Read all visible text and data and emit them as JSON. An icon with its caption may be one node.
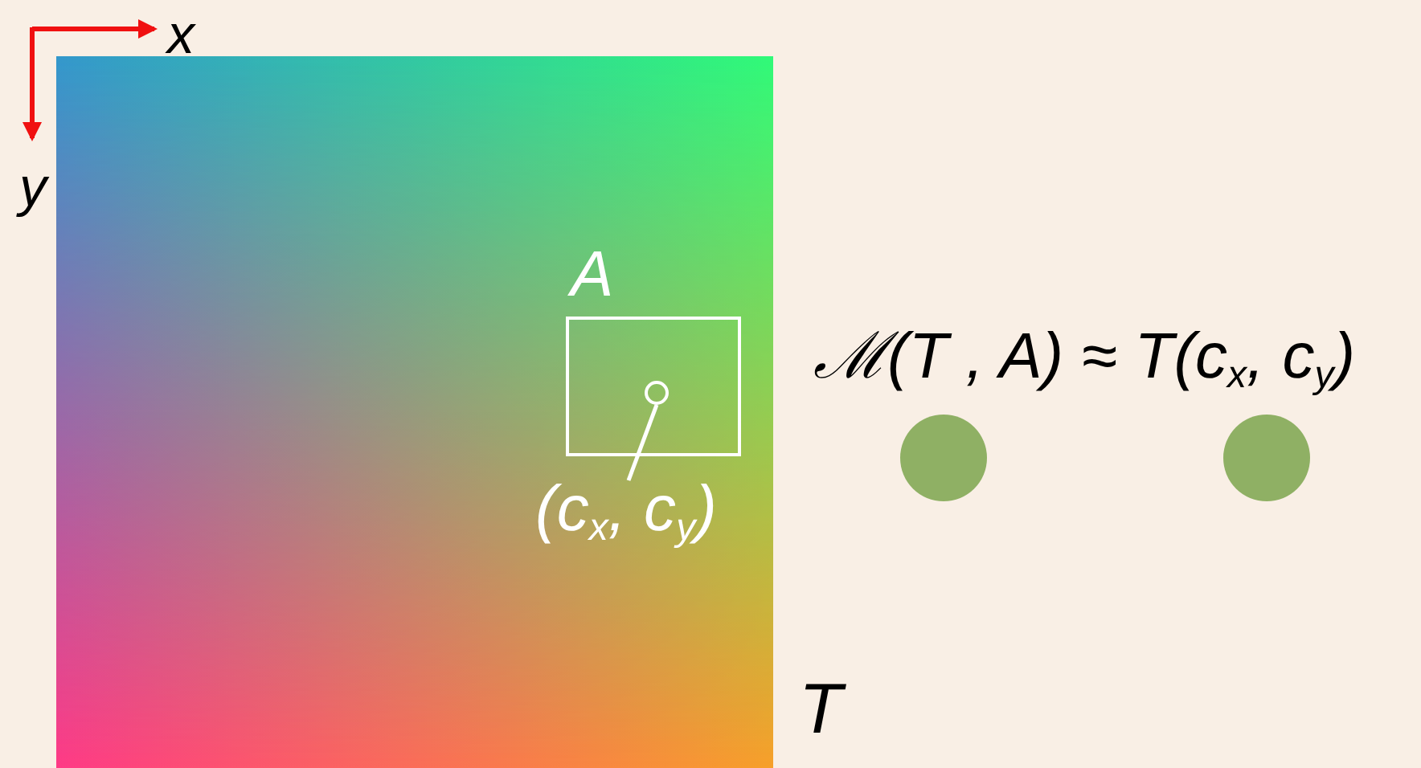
{
  "diagram": {
    "nodes": [
      {
        "text": [],
        "shape": "picture",
        "beside": [
          "T"
        ]
      },
      {
        "text": [
          "A"
        ],
        "in": 0
      },
      {
        "text": [],
        "shape": "circle",
        "in": 1
      },
      {
        "text": [
          "(c$_{x}$, c$_{y}$)"
        ],
        "in": 0
      },
      {
        "text": [],
        "shape": "circle"
      },
      {
        "text": [],
        "shape": "circle"
      }
    ],
    "edges": [
      {
        "from": 3,
        "to": 2,
        "arrow": "none"
      }
    ],
    "labels": [
      "x",
      "y",
      "ℳ(T , A) ≈ T(c$_{x}$, c$_{y}$)"
    ]
  }
}
